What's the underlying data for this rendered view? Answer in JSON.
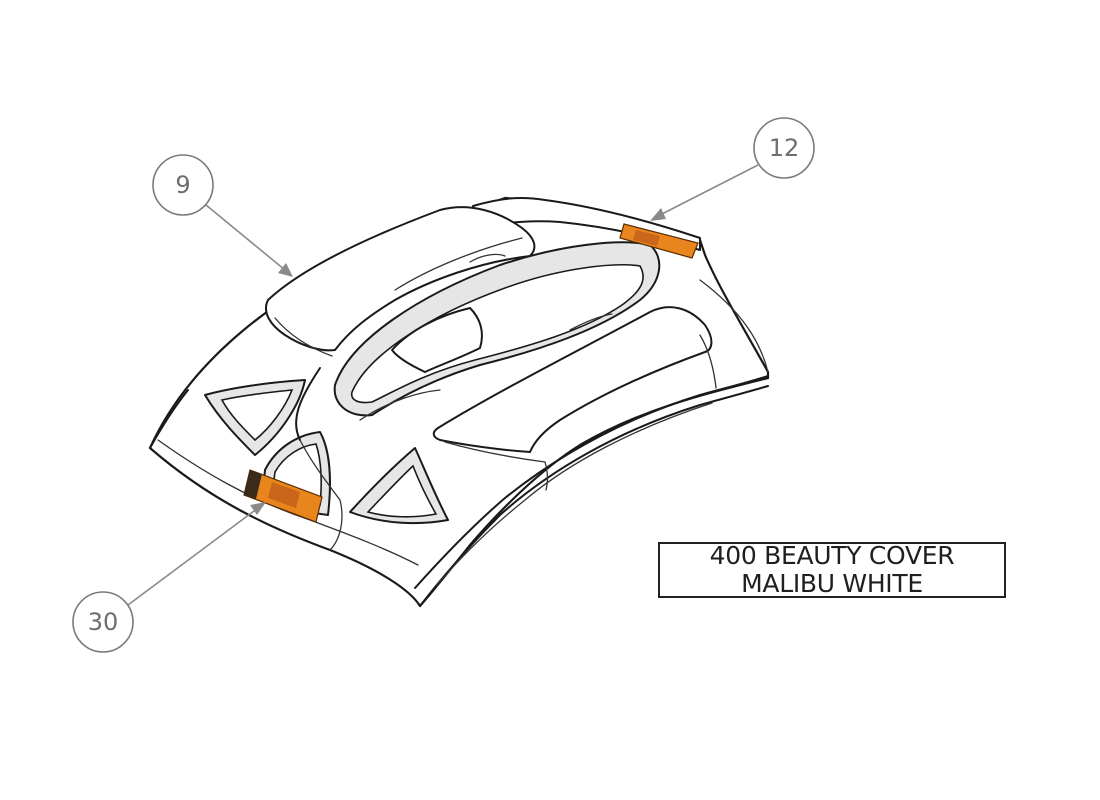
{
  "balloons": [
    {
      "id": "balloon-9",
      "number": "9"
    },
    {
      "id": "balloon-12",
      "number": "12"
    },
    {
      "id": "balloon-30",
      "number": "30"
    }
  ],
  "title_block": {
    "line1": "400 BEAUTY COVER",
    "line2": "MALIBU WHITE"
  },
  "colors": {
    "label_orange": "#e8851c",
    "outline": "#1a1a1a",
    "balloon": "#7a7a7a"
  }
}
